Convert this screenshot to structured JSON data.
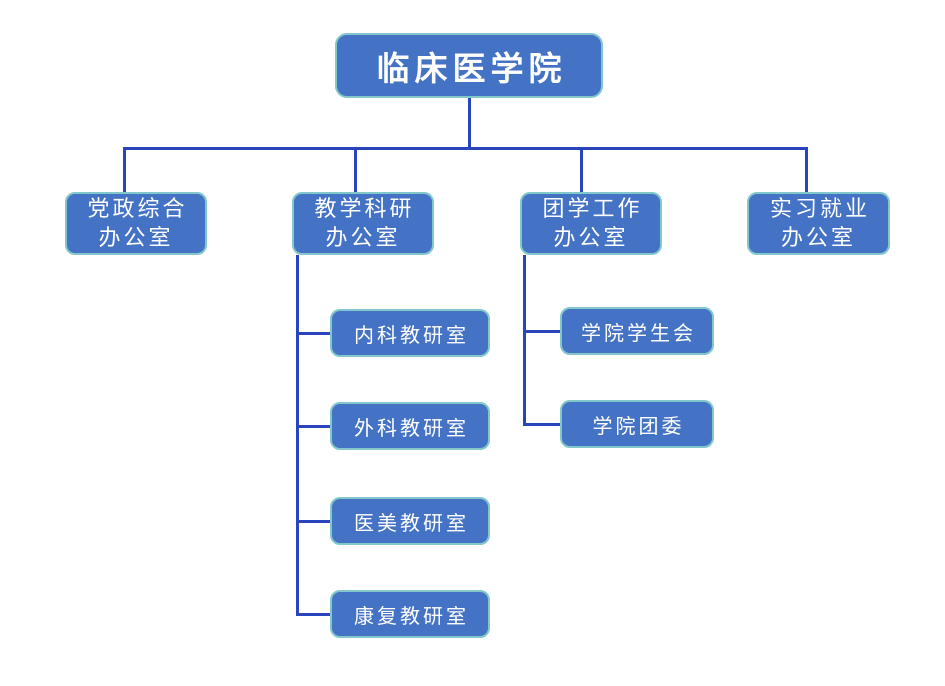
{
  "org_chart": {
    "colors": {
      "box_fill": "#4472C4",
      "box_border": "#82C7CA",
      "connector": "#2A44BD",
      "text": "#FFFFFF"
    },
    "root": {
      "label": "临床医学院"
    },
    "offices": [
      {
        "label": "党政综合\n办公室"
      },
      {
        "label": "教学科研\n办公室"
      },
      {
        "label": "团学工作\n办公室"
      },
      {
        "label": "实习就业\n办公室"
      }
    ],
    "teaching_research_rooms": [
      {
        "label": "内科教研室"
      },
      {
        "label": "外科教研室"
      },
      {
        "label": "医美教研室"
      },
      {
        "label": "康复教研室"
      }
    ],
    "youth_work_units": [
      {
        "label": "学院学生会"
      },
      {
        "label": "学院团委"
      }
    ]
  }
}
